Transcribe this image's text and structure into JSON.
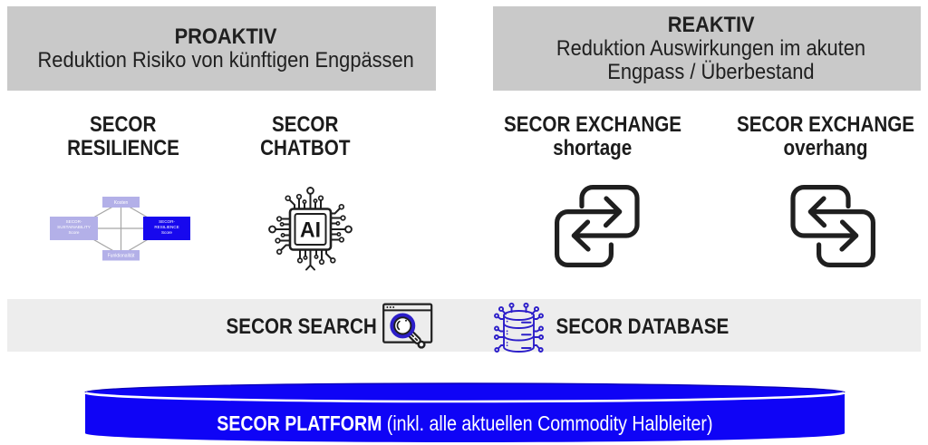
{
  "title_row": {
    "proaktiv": {
      "title": "PROAKTIV",
      "subtitle": "Reduktion Risiko von künftigen Engpässen"
    },
    "reaktiv": {
      "title": "REAKTIV",
      "subtitle_line1": "Reduktion Auswirkungen im akuten",
      "subtitle_line2": "Engpass / Überbestand"
    }
  },
  "products": [
    {
      "line1": "SECOR",
      "line2": "RESILIENCE",
      "icon": "resilience-network-icon"
    },
    {
      "line1": "SECOR",
      "line2": "CHATBOT",
      "icon": "ai-chip-icon"
    },
    {
      "line1": "SECOR EXCHANGE",
      "line2": "shortage",
      "icon": "exchange-arrows-icon"
    },
    {
      "line1": "SECOR EXCHANGE",
      "line2": "overhang",
      "icon": "exchange-arrows-mirrored-icon"
    }
  ],
  "resilience_diagram": {
    "top": "Kosten",
    "left_line1": "SECOR-",
    "left_line2": "SUSTAINABILITY",
    "left_line3": "Score",
    "right_line1": "SECOR-",
    "right_line2": "RESILIENCE",
    "right_line3": "Score",
    "bottom": "Funktionalität"
  },
  "chatbot_chip_label": "AI",
  "band": {
    "search_label": "SECOR SEARCH",
    "database_label": "SECOR DATABASE"
  },
  "platform": {
    "name": "SECOR PLATFORM",
    "suffix": " (inkl. alle aktuellen Commodity Halbleiter)"
  },
  "colors": {
    "header_box_gray": "#c9c9c9",
    "band_gray": "#ededed",
    "platform_blue": "#0f04f6",
    "resilience_box_blue": "#1708ee",
    "diagram_purple": "#b3b0e8",
    "icon_blue": "#2c1ec9",
    "icon_black": "#1f1f1f"
  }
}
